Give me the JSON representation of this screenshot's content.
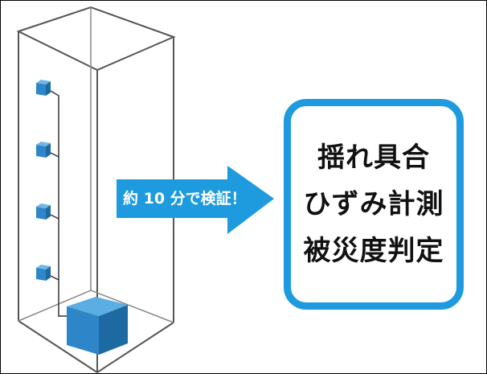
{
  "arrow": {
    "label": "約 10 分で検証！",
    "color": "#1e9bde"
  },
  "result": {
    "border_color": "#1e9bde",
    "lines": [
      "揺れ具合",
      "ひずみ計測",
      "被災度判定"
    ]
  },
  "building": {
    "frame_color": "#555555",
    "sensor_color": "#2e86c8",
    "base_cube_color": "#2e86c8",
    "sensor_count": 4
  }
}
